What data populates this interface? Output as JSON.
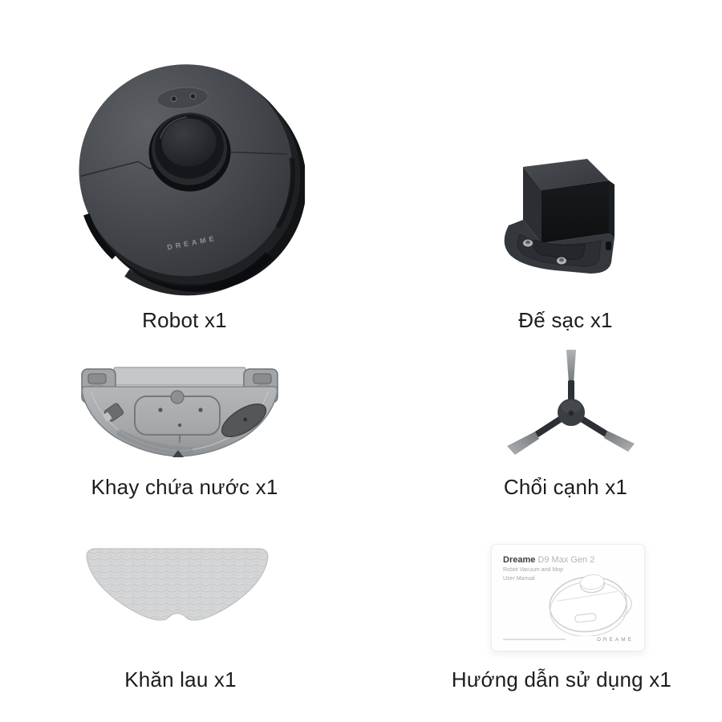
{
  "page": {
    "background": "#ffffff"
  },
  "items": [
    {
      "id": "robot",
      "caption": "Robot x1"
    },
    {
      "id": "dock",
      "caption": "Đế sạc x1"
    },
    {
      "id": "water-tray",
      "caption": "Khay chứa nước x1"
    },
    {
      "id": "side-brush",
      "caption": "Chổi cạnh x1"
    },
    {
      "id": "mop-cloth",
      "caption": "Khăn lau x1"
    },
    {
      "id": "manual",
      "caption": "Hướng dẫn sử dụng x1"
    }
  ],
  "robot": {
    "brand_label": "DREAME"
  },
  "manual": {
    "brand": "Dreame",
    "model": "D9 Max Gen 2",
    "subtitle": "Robot Vacuum and Mop",
    "doc_type": "User Manual",
    "footer_brand": "DREAME"
  },
  "colors": {
    "caption_text": "#1d1d1e",
    "robot_body": "#3f4347",
    "accent_dark": "#17191c",
    "tray_gray": "#a9acaf",
    "mop_gray": "#d5d6d7",
    "manual_bg": "#fefefe"
  }
}
